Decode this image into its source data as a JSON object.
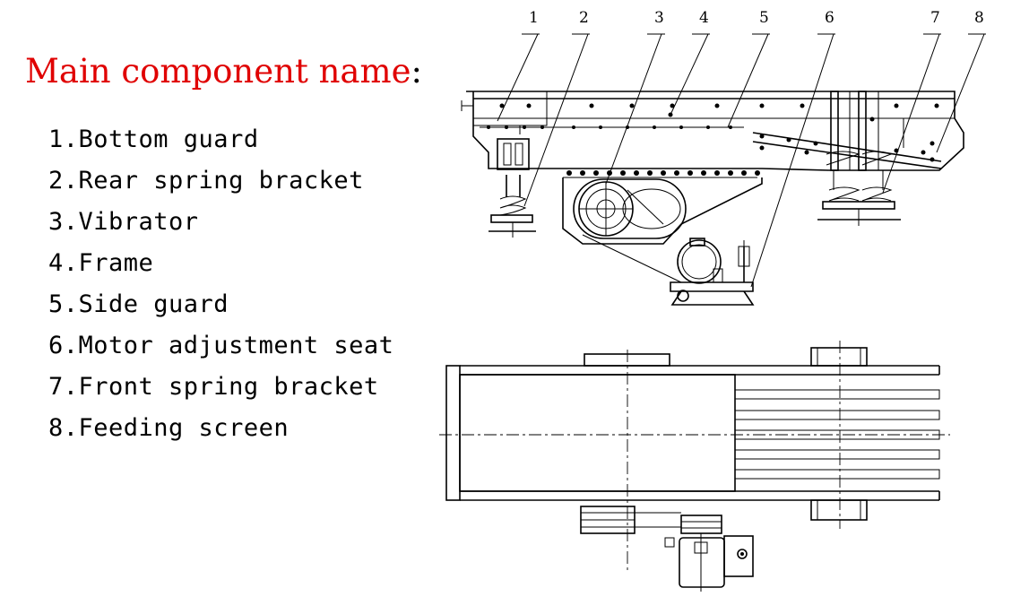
{
  "title": {
    "text": "Main component name",
    "colon": ":"
  },
  "components": [
    {
      "number": "1",
      "label": "1.Bottom guard"
    },
    {
      "number": "2",
      "label": "2.Rear spring bracket"
    },
    {
      "number": "3",
      "label": "3.Vibrator"
    },
    {
      "number": "4",
      "label": "4.Frame"
    },
    {
      "number": "5",
      "label": "5.Side guard"
    },
    {
      "number": "6",
      "label": "6.Motor adjustment seat"
    },
    {
      "number": "7",
      "label": "7.Front spring bracket"
    },
    {
      "number": "8",
      "label": "8.Feeding screen"
    }
  ]
}
